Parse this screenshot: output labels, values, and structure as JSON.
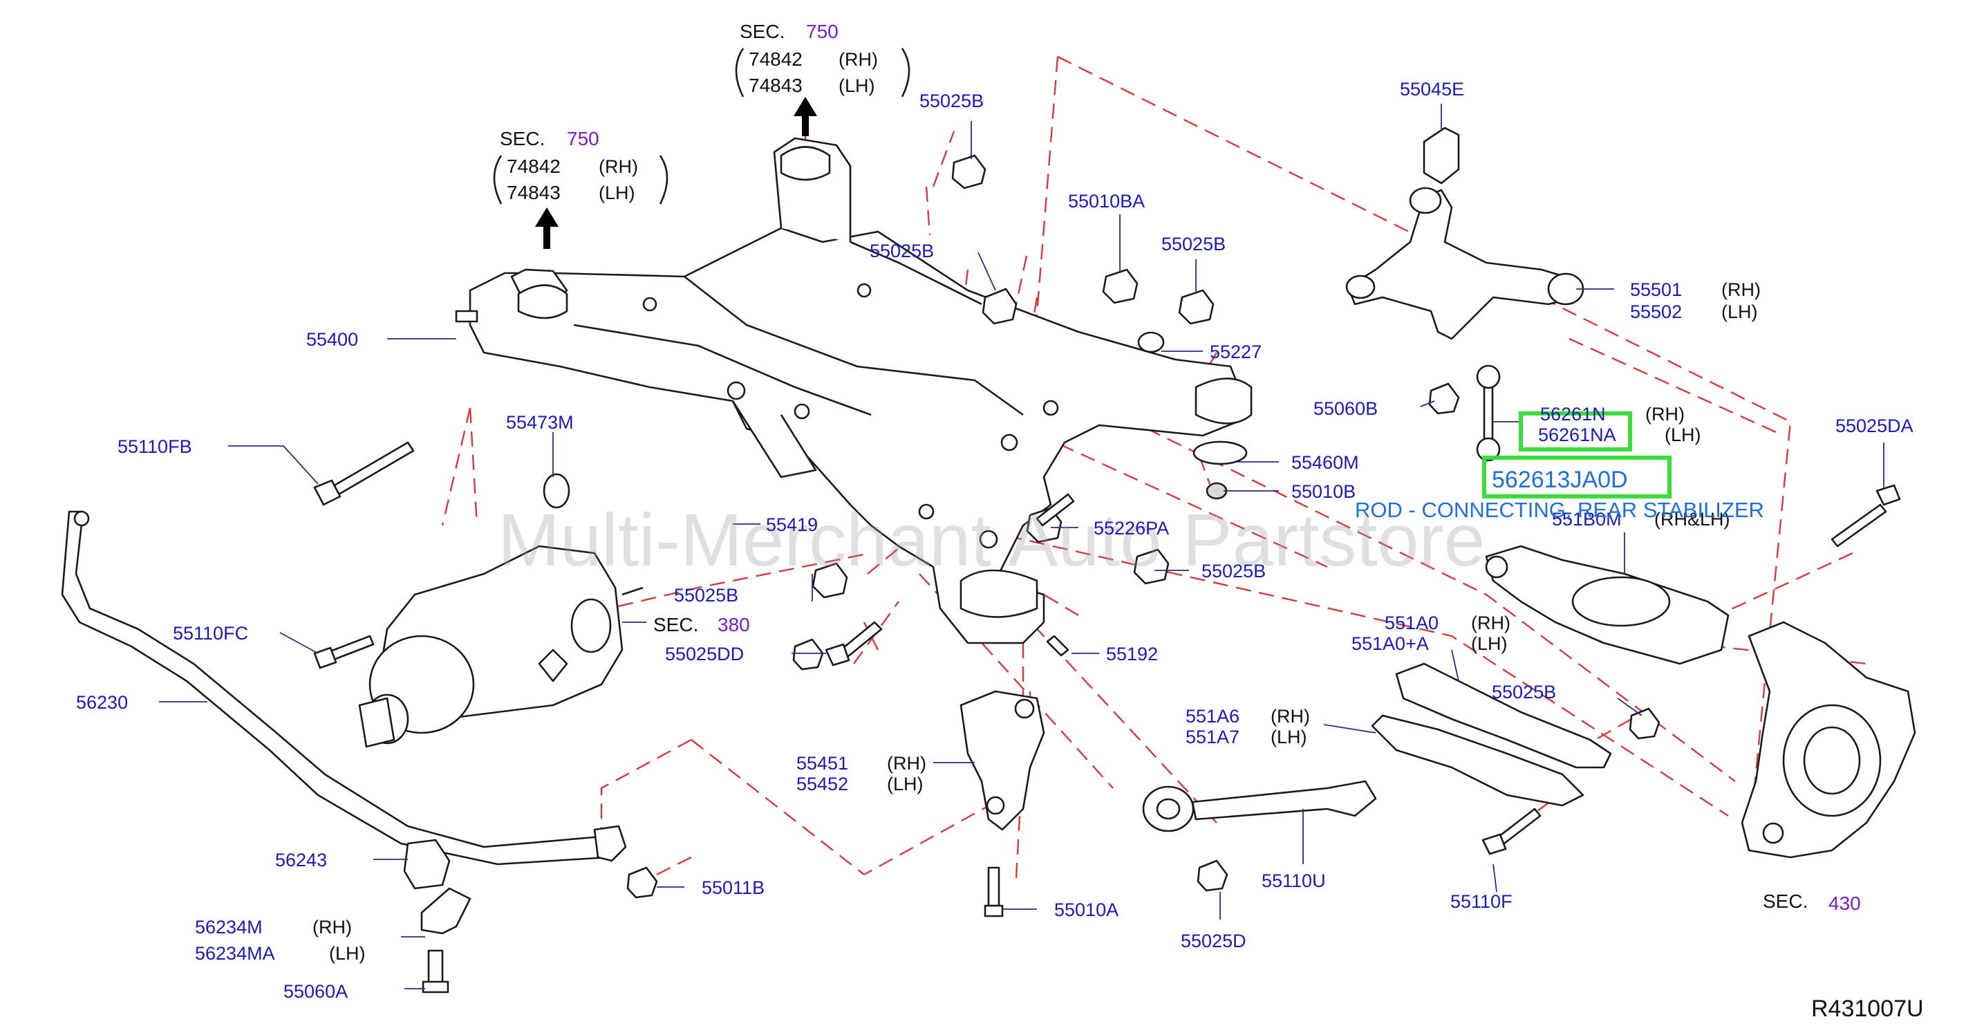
{
  "colors": {
    "part_number": "#1a1ab4",
    "sec_number": "#7a1fc8",
    "highlight": "#3ddc3d",
    "highlight_text": "#1f6fd6",
    "dashed_line": "#d63a3a",
    "watermark": "#9a9a9a"
  },
  "watermark": "Multi-Merchant Auto Partstore",
  "reference_code": "R431007U",
  "highlight": {
    "part_number": "562613JA0D",
    "description": "ROD - CONNECTING, REAR STABILIZER"
  },
  "sections": [
    {
      "label": "SEC.",
      "number": "750",
      "lines": [
        {
          "part": "74842",
          "side": "(RH)"
        },
        {
          "part": "74843",
          "side": "(LH)"
        }
      ]
    },
    {
      "label": "SEC.",
      "number": "750",
      "lines": [
        {
          "part": "74842",
          "side": "(RH)"
        },
        {
          "part": "74843",
          "side": "(LH)"
        }
      ]
    },
    {
      "label": "SEC.",
      "number": "380"
    },
    {
      "label": "SEC.",
      "number": "430"
    }
  ],
  "labels": [
    {
      "part": "55025B"
    },
    {
      "part": "55010BA"
    },
    {
      "part": "55025B"
    },
    {
      "part": "55025B"
    },
    {
      "part": "55227"
    },
    {
      "part": "55400"
    },
    {
      "part": "55473M"
    },
    {
      "part": "55110FB"
    },
    {
      "part": "55460M"
    },
    {
      "part": "55010B"
    },
    {
      "part": "55419"
    },
    {
      "part": "55226PA"
    },
    {
      "part": "55025B"
    },
    {
      "part": "55025B"
    },
    {
      "part": "55110FC"
    },
    {
      "part": "55025DD"
    },
    {
      "part": "55192"
    },
    {
      "part": "56230"
    },
    {
      "part": "55451",
      "side": "(RH)"
    },
    {
      "part": "55452",
      "side": "(LH)"
    },
    {
      "part": "56243"
    },
    {
      "part": "55011B"
    },
    {
      "part": "56234M",
      "side": "(RH)"
    },
    {
      "part": "56234MA",
      "side": "(LH)"
    },
    {
      "part": "55060A"
    },
    {
      "part": "55010A"
    },
    {
      "part": "55025D"
    },
    {
      "part": "55110U"
    },
    {
      "part": "55045E"
    },
    {
      "part": "55501",
      "side": "(RH)"
    },
    {
      "part": "55502",
      "side": "(LH)"
    },
    {
      "part": "55060B"
    },
    {
      "part": "56261N",
      "side": "(RH)"
    },
    {
      "part": "56261NA",
      "side": "(LH)"
    },
    {
      "part": "55025DA"
    },
    {
      "part": "551B0M",
      "side": "(RH&LH)"
    },
    {
      "part": "551A0",
      "side": "(RH)"
    },
    {
      "part": "551A0+A",
      "side": "(LH)"
    },
    {
      "part": "55025B"
    },
    {
      "part": "551A6",
      "side": "(RH)"
    },
    {
      "part": "551A7",
      "side": "(LH)"
    },
    {
      "part": "55110F"
    }
  ]
}
